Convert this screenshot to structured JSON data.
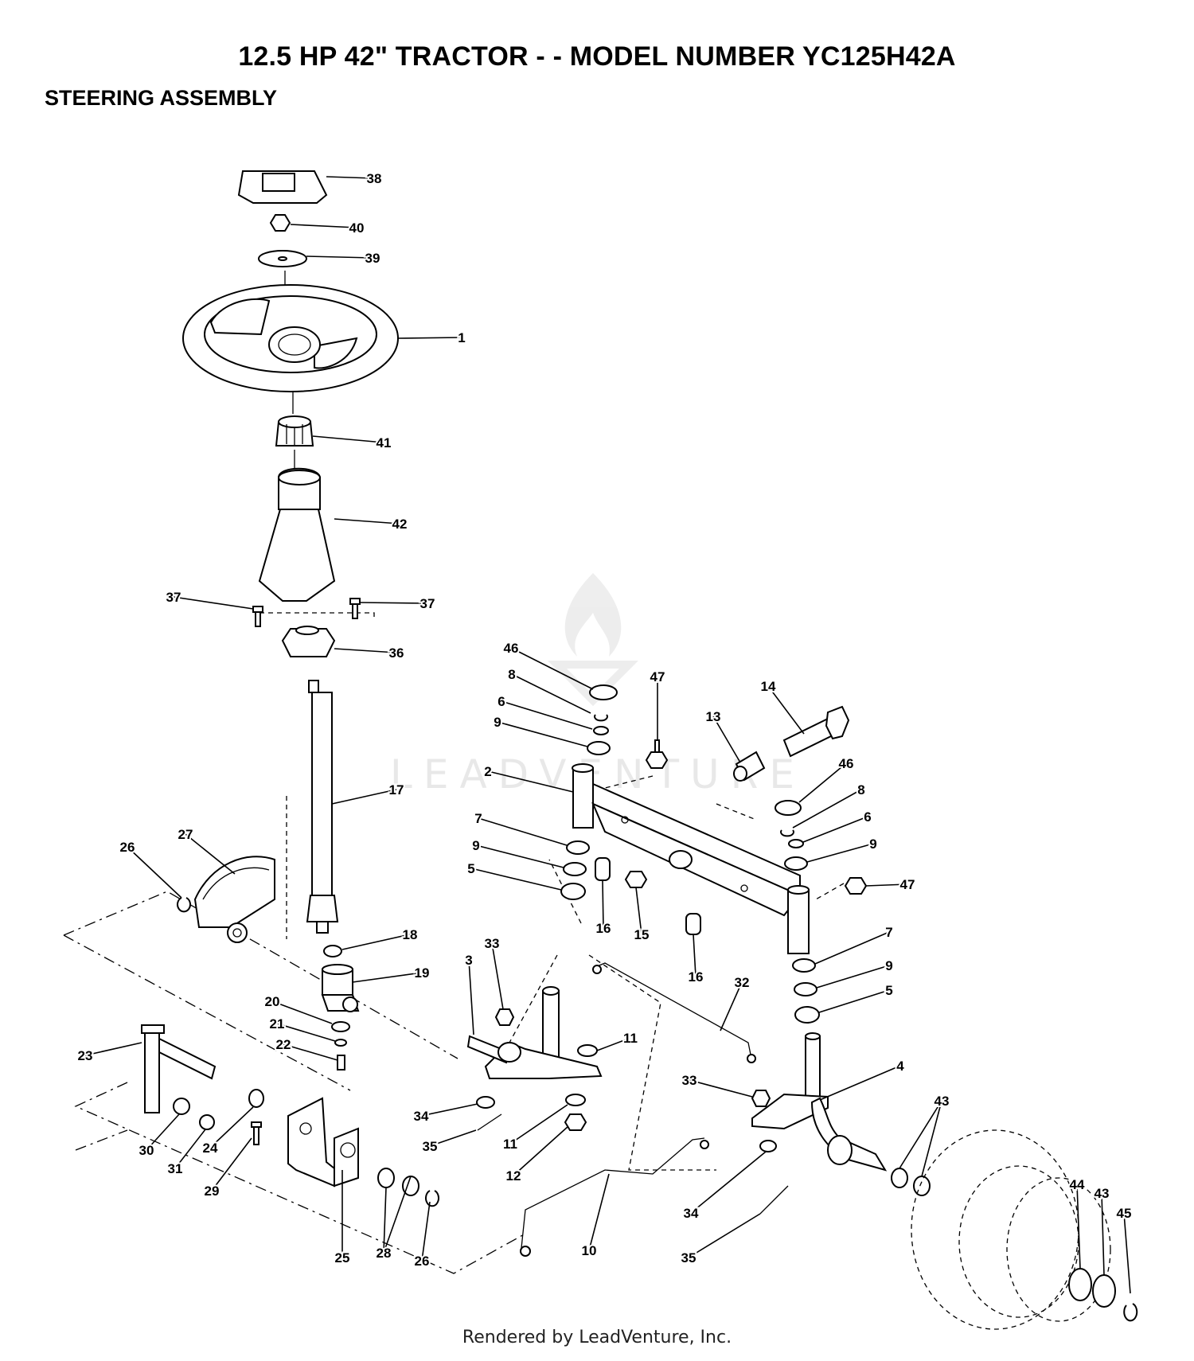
{
  "header": {
    "title": "12.5 HP 42\" TRACTOR - - MODEL NUMBER YC125H42A",
    "subtitle": "STEERING ASSEMBLY"
  },
  "watermark": {
    "text": "LEADVENTURE",
    "icon": "flame-logo-icon"
  },
  "footer": {
    "text": "Rendered by LeadVenture, Inc."
  },
  "callouts": [
    {
      "id": "c38",
      "label": "38"
    },
    {
      "id": "c40",
      "label": "40"
    },
    {
      "id": "c39",
      "label": "39"
    },
    {
      "id": "c1",
      "label": "1"
    },
    {
      "id": "c41",
      "label": "41"
    },
    {
      "id": "c42",
      "label": "42"
    },
    {
      "id": "c37a",
      "label": "37"
    },
    {
      "id": "c37b",
      "label": "37"
    },
    {
      "id": "c36",
      "label": "36"
    },
    {
      "id": "c17",
      "label": "17"
    },
    {
      "id": "c27",
      "label": "27"
    },
    {
      "id": "c26a",
      "label": "26"
    },
    {
      "id": "c18",
      "label": "18"
    },
    {
      "id": "c19",
      "label": "19"
    },
    {
      "id": "c20",
      "label": "20"
    },
    {
      "id": "c21",
      "label": "21"
    },
    {
      "id": "c22",
      "label": "22"
    },
    {
      "id": "c23",
      "label": "23"
    },
    {
      "id": "c30",
      "label": "30"
    },
    {
      "id": "c31",
      "label": "31"
    },
    {
      "id": "c24",
      "label": "24"
    },
    {
      "id": "c29",
      "label": "29"
    },
    {
      "id": "c25",
      "label": "25"
    },
    {
      "id": "c28",
      "label": "28"
    },
    {
      "id": "c26b",
      "label": "26"
    },
    {
      "id": "c46a",
      "label": "46"
    },
    {
      "id": "c8a",
      "label": "8"
    },
    {
      "id": "c6a",
      "label": "6"
    },
    {
      "id": "c9a",
      "label": "9"
    },
    {
      "id": "c2",
      "label": "2"
    },
    {
      "id": "c7a",
      "label": "7"
    },
    {
      "id": "c9b",
      "label": "9"
    },
    {
      "id": "c5a",
      "label": "5"
    },
    {
      "id": "c47a",
      "label": "47"
    },
    {
      "id": "c13",
      "label": "13"
    },
    {
      "id": "c14",
      "label": "14"
    },
    {
      "id": "c46b",
      "label": "46"
    },
    {
      "id": "c8b",
      "label": "8"
    },
    {
      "id": "c6b",
      "label": "6"
    },
    {
      "id": "c9c",
      "label": "9"
    },
    {
      "id": "c47b",
      "label": "47"
    },
    {
      "id": "c16a",
      "label": "16"
    },
    {
      "id": "c15",
      "label": "15"
    },
    {
      "id": "c16b",
      "label": "16"
    },
    {
      "id": "c7b",
      "label": "7"
    },
    {
      "id": "c9d",
      "label": "9"
    },
    {
      "id": "c5b",
      "label": "5"
    },
    {
      "id": "c3",
      "label": "3"
    },
    {
      "id": "c33a",
      "label": "33"
    },
    {
      "id": "c11a",
      "label": "11"
    },
    {
      "id": "c32",
      "label": "32"
    },
    {
      "id": "c33b",
      "label": "33"
    },
    {
      "id": "c4",
      "label": "4"
    },
    {
      "id": "c34a",
      "label": "34"
    },
    {
      "id": "c35a",
      "label": "35"
    },
    {
      "id": "c11b",
      "label": "11"
    },
    {
      "id": "c12",
      "label": "12"
    },
    {
      "id": "c10",
      "label": "10"
    },
    {
      "id": "c34b",
      "label": "34"
    },
    {
      "id": "c35b",
      "label": "35"
    },
    {
      "id": "c43a",
      "label": "43"
    },
    {
      "id": "c44",
      "label": "44"
    },
    {
      "id": "c43b",
      "label": "43"
    },
    {
      "id": "c45",
      "label": "45"
    }
  ]
}
